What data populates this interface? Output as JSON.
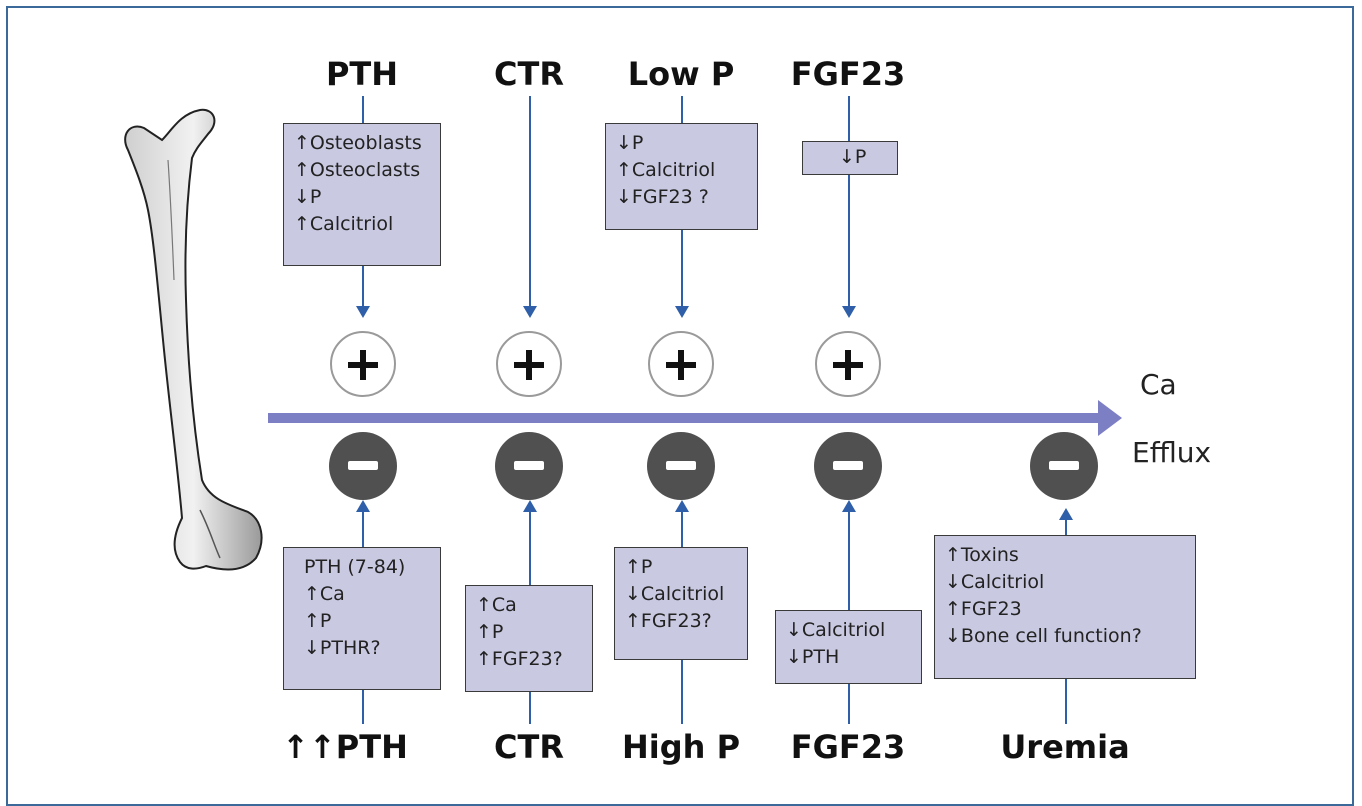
{
  "diagram": {
    "efflux_label_1": "Ca",
    "efflux_label_2": "Efflux",
    "top": [
      {
        "label": "PTH",
        "box": [
          "↑Osteoblasts",
          "↑Osteoclasts",
          "↓P",
          "↑Calcitriol"
        ]
      },
      {
        "label": "CTR",
        "box": []
      },
      {
        "label": "Low P",
        "box": [
          "↓P",
          "↑Calcitriol",
          "↓FGF23 ?"
        ]
      },
      {
        "label": "FGF23",
        "box": [
          "↓P"
        ]
      }
    ],
    "bottom": [
      {
        "label": "↑↑PTH",
        "box": [
          "PTH (7-84)",
          "↑Ca",
          "↑P",
          "↓PTHR?"
        ]
      },
      {
        "label": "CTR",
        "box": [
          "↑Ca",
          "↑P",
          "↑FGF23?"
        ]
      },
      {
        "label": "High P",
        "box": [
          "↑P",
          "↓Calcitriol",
          "↑FGF23?"
        ]
      },
      {
        "label": "FGF23",
        "box": [
          "↓Calcitriol",
          "↓PTH"
        ]
      },
      {
        "label": "Uremia",
        "box": [
          "↑Toxins",
          "↓Calcitriol",
          "↑FGF23",
          "↓Bone cell function?"
        ]
      }
    ],
    "colors": {
      "arrow_main": "#7c7fc4",
      "connector": "#2f5fa8",
      "box_fill": "#c9c9e2",
      "minus_fill": "#505050"
    },
    "icons": {
      "femur": "femur-bone-illustration",
      "stimulate": "plus-icon",
      "inhibit": "minus-icon"
    }
  }
}
